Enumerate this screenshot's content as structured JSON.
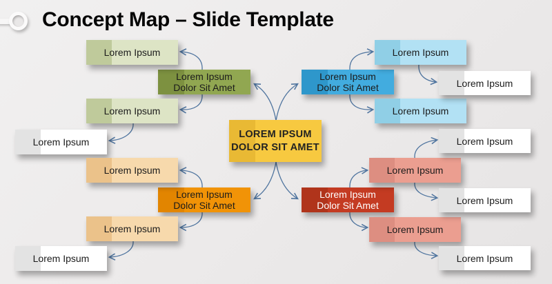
{
  "title": "Concept Map – Slide Template",
  "nodes": {
    "center": {
      "line1": "LOREM IPSUM",
      "line2": "DOLOR SIT AMET"
    },
    "green_main": {
      "line1": "Lorem Ipsum",
      "line2": "Dolor Sit Amet"
    },
    "blue_main": {
      "line1": "Lorem Ipsum",
      "line2": "Dolor Sit Amet"
    },
    "orange_main": {
      "line1": "Lorem Ipsum",
      "line2": "Dolor Sit Amet"
    },
    "red_main": {
      "line1": "Lorem Ipsum",
      "line2": "Dolor Sit Amet"
    },
    "green_sub1": {
      "label": "Lorem Ipsum"
    },
    "green_sub2": {
      "label": "Lorem Ipsum"
    },
    "blue_sub1": {
      "label": "Lorem Ipsum"
    },
    "blue_sub2": {
      "label": "Lorem Ipsum"
    },
    "orange_sub1": {
      "label": "Lorem Ipsum"
    },
    "orange_sub2": {
      "label": "Lorem Ipsum"
    },
    "salmon_sub1": {
      "label": "Lorem Ipsum"
    },
    "salmon_sub2": {
      "label": "Lorem Ipsum"
    },
    "white_left1": {
      "label": "Lorem Ipsum"
    },
    "white_left2": {
      "label": "Lorem Ipsum"
    },
    "white_right1": {
      "label": "Lorem Ipsum"
    },
    "white_right2": {
      "label": "Lorem Ipsum"
    },
    "white_right3": {
      "label": "Lorem Ipsum"
    },
    "white_right4": {
      "label": "Lorem Ipsum"
    }
  },
  "connections": [
    {
      "from": "center",
      "to": "green_main"
    },
    {
      "from": "center",
      "to": "blue_main"
    },
    {
      "from": "center",
      "to": "orange_main"
    },
    {
      "from": "center",
      "to": "red_main"
    },
    {
      "from": "green_main",
      "to": "green_sub1"
    },
    {
      "from": "green_main",
      "to": "green_sub2"
    },
    {
      "from": "green_sub2",
      "to": "white_left1"
    },
    {
      "from": "blue_main",
      "to": "blue_sub1"
    },
    {
      "from": "blue_main",
      "to": "blue_sub2"
    },
    {
      "from": "blue_sub1",
      "to": "white_right1"
    },
    {
      "from": "orange_main",
      "to": "orange_sub1"
    },
    {
      "from": "orange_main",
      "to": "orange_sub2"
    },
    {
      "from": "orange_sub2",
      "to": "white_left2"
    },
    {
      "from": "red_main",
      "to": "salmon_sub1"
    },
    {
      "from": "red_main",
      "to": "salmon_sub2"
    },
    {
      "from": "salmon_sub1",
      "to": "white_right2"
    },
    {
      "from": "salmon_sub1",
      "to": "white_right3"
    },
    {
      "from": "salmon_sub2",
      "to": "white_right4"
    }
  ],
  "palette": {
    "background": "#edebeb",
    "center_body": "#f7c940",
    "center_strip": "#e9b934",
    "green_body": "#91a751",
    "green_strip": "#7d9140",
    "green_light_body": "#dde4c5",
    "green_light_strip": "#bfca9b",
    "blue_body": "#42acdf",
    "blue_strip": "#2e97cb",
    "blue_light_body": "#b2e1f4",
    "blue_light_strip": "#90cfe6",
    "orange_body": "#f19307",
    "orange_strip": "#e28500",
    "orange_light_body": "#f7d9ac",
    "orange_light_strip": "#ebc28a",
    "red_body": "#c43b22",
    "red_strip": "#b0341b",
    "salmon_body": "#eb9e90",
    "salmon_strip": "#dd8e81",
    "white_body": "#ffffff",
    "white_strip": "#e3e3e3",
    "arrow": "#50759f",
    "title_text": "#060606"
  }
}
